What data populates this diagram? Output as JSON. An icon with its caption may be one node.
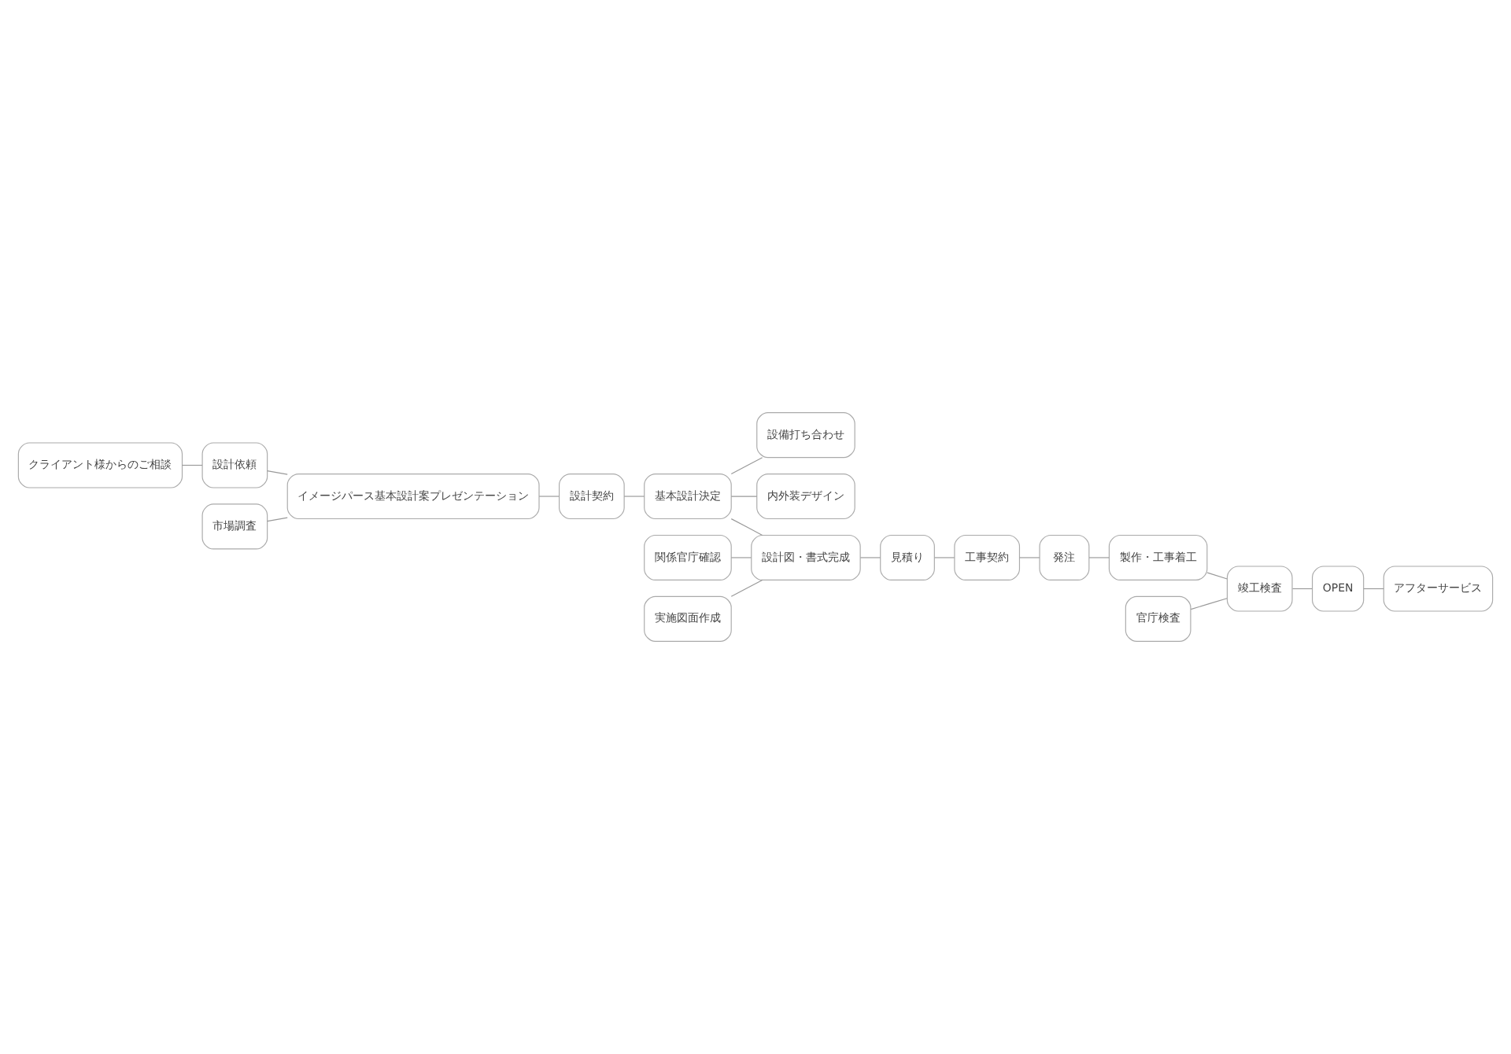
{
  "diagram": {
    "nodes": [
      {
        "text": [
          "クライアント様からのご相談"
        ]
      },
      {
        "text": [
          "市場調査"
        ]
      },
      {
        "text": [
          "設計依頼"
        ]
      },
      {
        "text": [
          "イメージパース基本設計案プレゼンテーション"
        ]
      },
      {
        "text": [
          "設計契約"
        ]
      },
      {
        "text": [
          "基本設計決定"
        ]
      },
      {
        "text": [
          "設備打ち合わせ"
        ]
      },
      {
        "text": [
          "関係官庁確認"
        ]
      },
      {
        "text": [
          "内外装デザイン"
        ]
      },
      {
        "text": [
          "実施図面作成"
        ]
      },
      {
        "text": [
          "設計図・書式完成"
        ]
      },
      {
        "text": [
          "見積り"
        ]
      },
      {
        "text": [
          "工事契約"
        ]
      },
      {
        "text": [
          "発注"
        ]
      },
      {
        "text": [
          "製作・工事着工"
        ]
      },
      {
        "text": [
          "官庁検査"
        ]
      },
      {
        "text": [
          "竣工検査"
        ]
      },
      {
        "text": [
          "OPEN"
        ]
      },
      {
        "text": [
          "アフターサービス"
        ]
      }
    ],
    "edges": [
      {
        "from": 0,
        "to": 2,
        "arrow": "none"
      },
      {
        "from": 2,
        "to": 3,
        "arrow": "none"
      },
      {
        "from": 1,
        "to": 3,
        "arrow": "none"
      },
      {
        "from": 3,
        "to": 4,
        "arrow": "none"
      },
      {
        "from": 4,
        "to": 5,
        "arrow": "none"
      },
      {
        "from": 5,
        "to": 6,
        "arrow": "none"
      },
      {
        "from": 5,
        "to": 8,
        "arrow": "none"
      },
      {
        "from": 5,
        "to": 10,
        "arrow": "none"
      },
      {
        "from": 7,
        "to": 10,
        "arrow": "none"
      },
      {
        "from": 9,
        "to": 10,
        "arrow": "none"
      },
      {
        "from": 10,
        "to": 11,
        "arrow": "none"
      },
      {
        "from": 11,
        "to": 12,
        "arrow": "none"
      },
      {
        "from": 12,
        "to": 13,
        "arrow": "none"
      },
      {
        "from": 13,
        "to": 14,
        "arrow": "none"
      },
      {
        "from": 14,
        "to": 16,
        "arrow": "none"
      },
      {
        "from": 15,
        "to": 16,
        "arrow": "none"
      },
      {
        "from": 16,
        "to": 17,
        "arrow": "none"
      },
      {
        "from": 17,
        "to": 18,
        "arrow": "none"
      }
    ]
  }
}
